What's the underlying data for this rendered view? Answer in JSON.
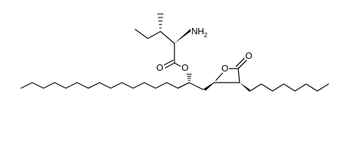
{
  "molecule": {
    "atoms": {
      "amine_N": "N",
      "amine_H": "H",
      "amine_H_count": "2",
      "ester_O": "O",
      "carbonyl_O": "O",
      "lactone_ring_O": "O",
      "lactone_carbonyl_O": "O"
    }
  }
}
